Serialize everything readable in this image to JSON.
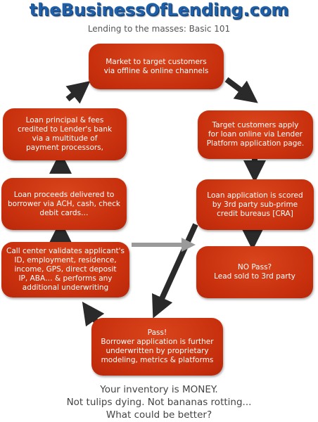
{
  "header": {
    "site_title": "theBusinessOfLending.com",
    "subtitle": "Lending to the masses: Basic 101"
  },
  "steps": {
    "market": "Market to target customers\nvia offline & online channels",
    "apply": "Target customers apply\nfor loan online via Lender\nPlatform application page.",
    "scored": "Loan application is scored\nby 3rd party sub-prime\ncredit bureaus [CRA]",
    "no_pass": "NO Pass?\nLead sold to 3rd party",
    "pass": "Pass!\nBorrower application is further\nunderwritten by proprietary\nmodeling, metrics & platforms",
    "call_center": "Call center validates applicant's\nID, employment, residence,\nincome, GPS, direct deposit\nIP, ABA…  & performs any\nadditional underwriting",
    "proceeds": "Loan proceeds delivered to\nborrower via ACH, cash, check\ndebit cards…",
    "principal": "Loan principal & fees\ncredited to Lender's bank\nvia a multitude of\npayment processors,"
  },
  "footer": {
    "line1": "Your inventory is MONEY.",
    "line2": "Not tulips dying. Not bananas rotting...",
    "line3": "What could be better?"
  },
  "colors": {
    "box": "#c8300d",
    "arrow": "#2a2a2a",
    "gray_arrow": "#9a9a9a",
    "title": "#1f5fa8"
  }
}
